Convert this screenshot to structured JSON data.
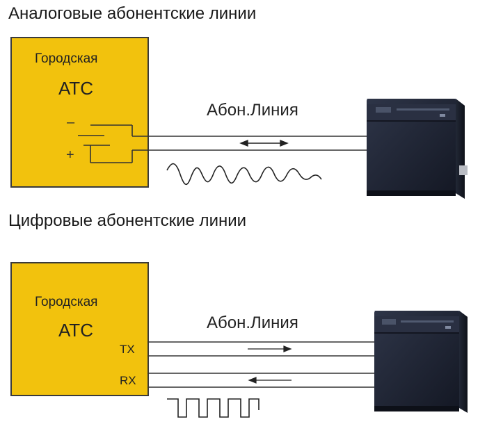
{
  "section_analog": {
    "title": "Аналоговые абонентские линии"
  },
  "section_digital": {
    "title": "Цифровые абонентские линии"
  },
  "atc_analog": {
    "name": "Городская",
    "code": "АТС",
    "minus": "–",
    "plus": "+"
  },
  "atc_digital": {
    "name": "Городская",
    "code": "АТС",
    "tx": "TX",
    "rx": "RX"
  },
  "line_analog": {
    "label": "Абон.Линия"
  },
  "line_digital": {
    "label": "Абон.Линия"
  },
  "colors": {
    "atc_fill": "#f2c20d",
    "pbx_body": "#1e2433",
    "line": "#222222"
  },
  "icons": {
    "pbx_device": "pbx-cabinet-icon"
  }
}
